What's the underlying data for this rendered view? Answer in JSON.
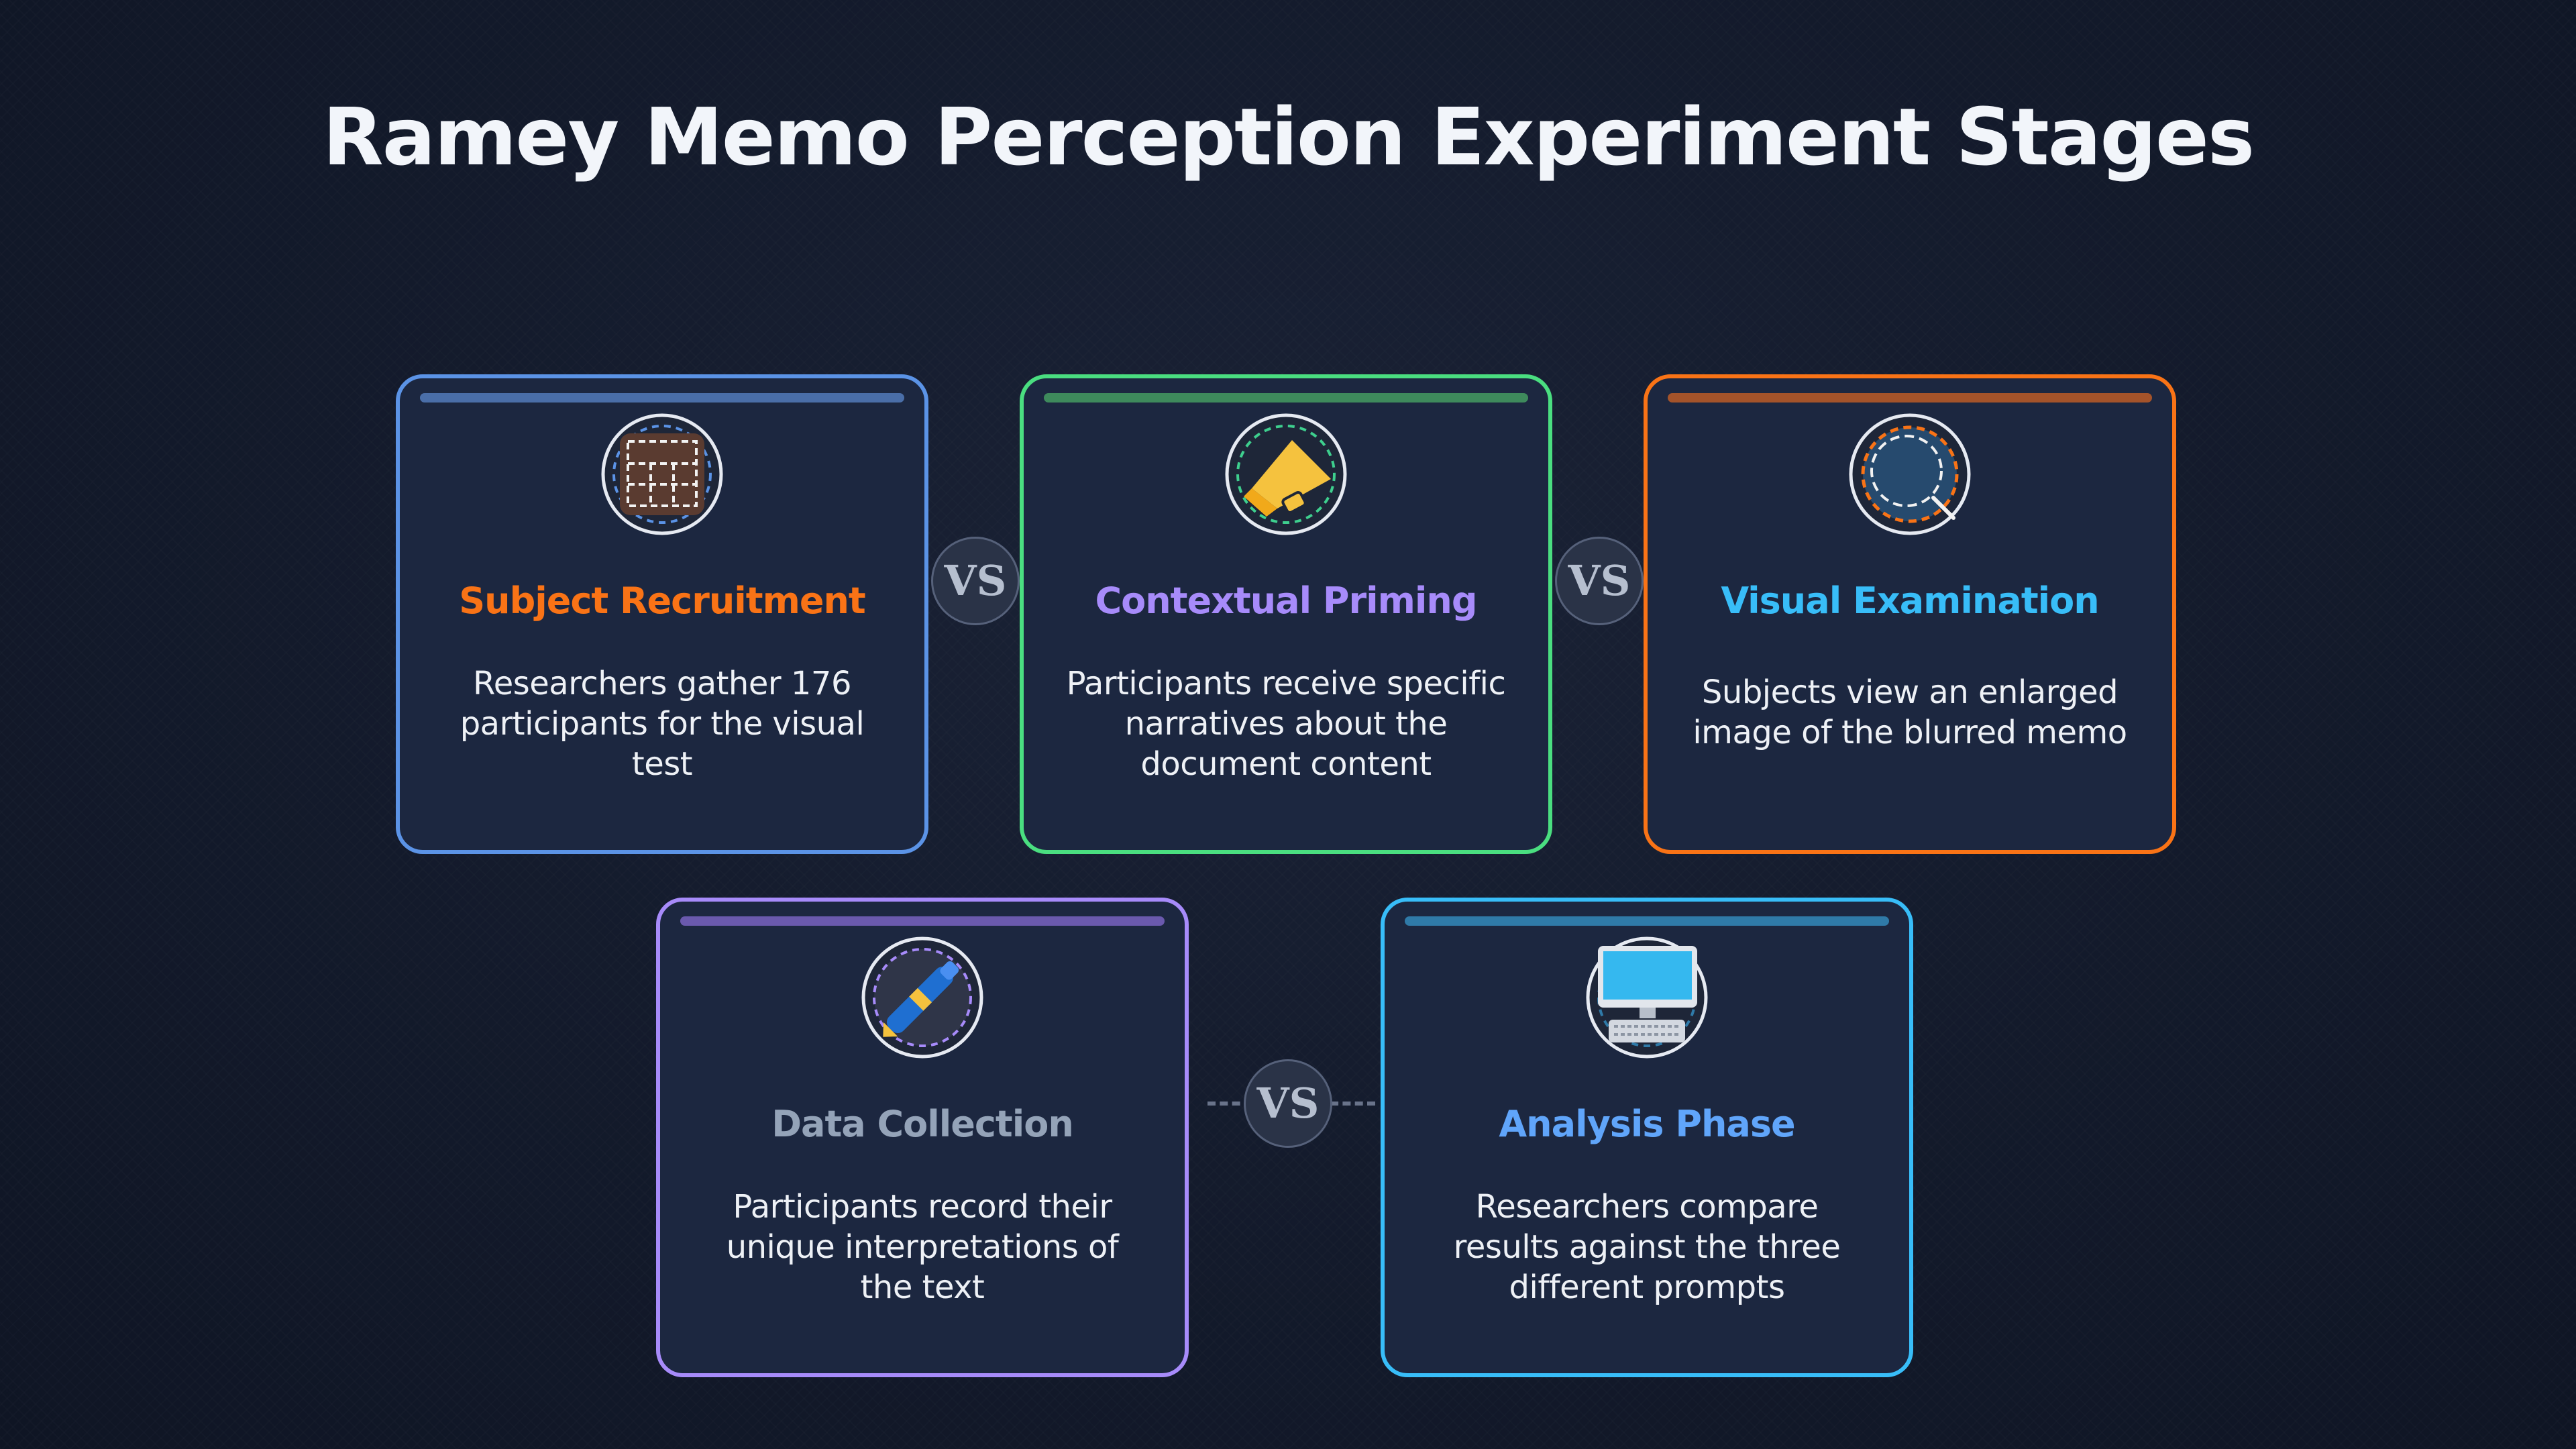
{
  "title": "Ramey Memo Perception Experiment Stages",
  "connector_label": "VS",
  "stages": [
    {
      "title": "Subject Recruitment",
      "description": "Researchers gather 176 participants for the visual test",
      "icon": "grid-icon",
      "border_color": "#5b93e6",
      "bar_color": "#4a6ea8",
      "title_color": "#f97316"
    },
    {
      "title": "Contextual Priming",
      "description": "Participants receive specific narratives about the document content",
      "icon": "megaphone-icon",
      "border_color": "#4ade80",
      "bar_color": "#3e8a5c",
      "title_color": "#a78bfa"
    },
    {
      "title": "Visual Examination",
      "description": "Subjects view an enlarged image of the blurred memo",
      "icon": "magnifier-icon",
      "border_color": "#f97316",
      "bar_color": "#a4532a",
      "title_color": "#38bdf8"
    },
    {
      "title": "Data Collection",
      "description": "Participants record their unique interpretations of the text",
      "icon": "pen-icon",
      "border_color": "#a78bfa",
      "bar_color": "#6a59ad",
      "title_color": "#94a3b8"
    },
    {
      "title": "Analysis Phase",
      "description": "Researchers compare results against the three different prompts",
      "icon": "computer-icon",
      "border_color": "#38bdf8",
      "bar_color": "#2f7aa8",
      "title_color": "#60a5fa"
    }
  ]
}
